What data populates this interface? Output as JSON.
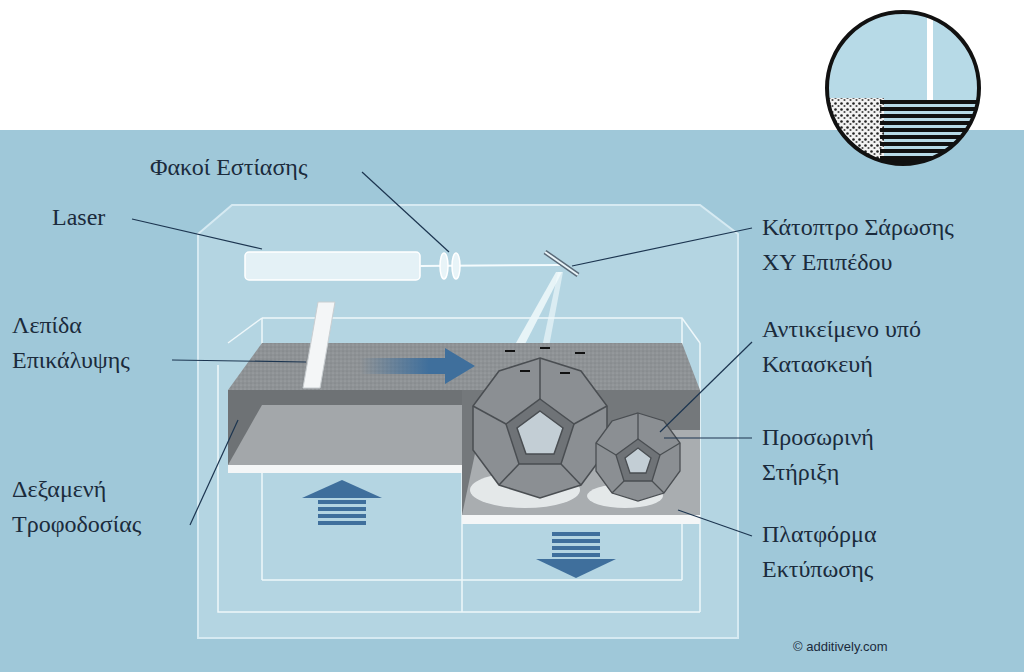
{
  "diagram": {
    "labels": [
      "Φακοί Εστίασης",
      "Laser",
      "Κάτοπτρο Σάρωσης XY Επιπέδου",
      "Λεπίδα Επικάλυψης",
      "Αντικείμενο υπό Κατασκευή",
      "Προσωρινή Στήριξη",
      "Δεξαμενή Τροφοδοσίας",
      "Πλατφόρμα Εκτύπωσης",
      "© additively.com"
    ]
  }
}
